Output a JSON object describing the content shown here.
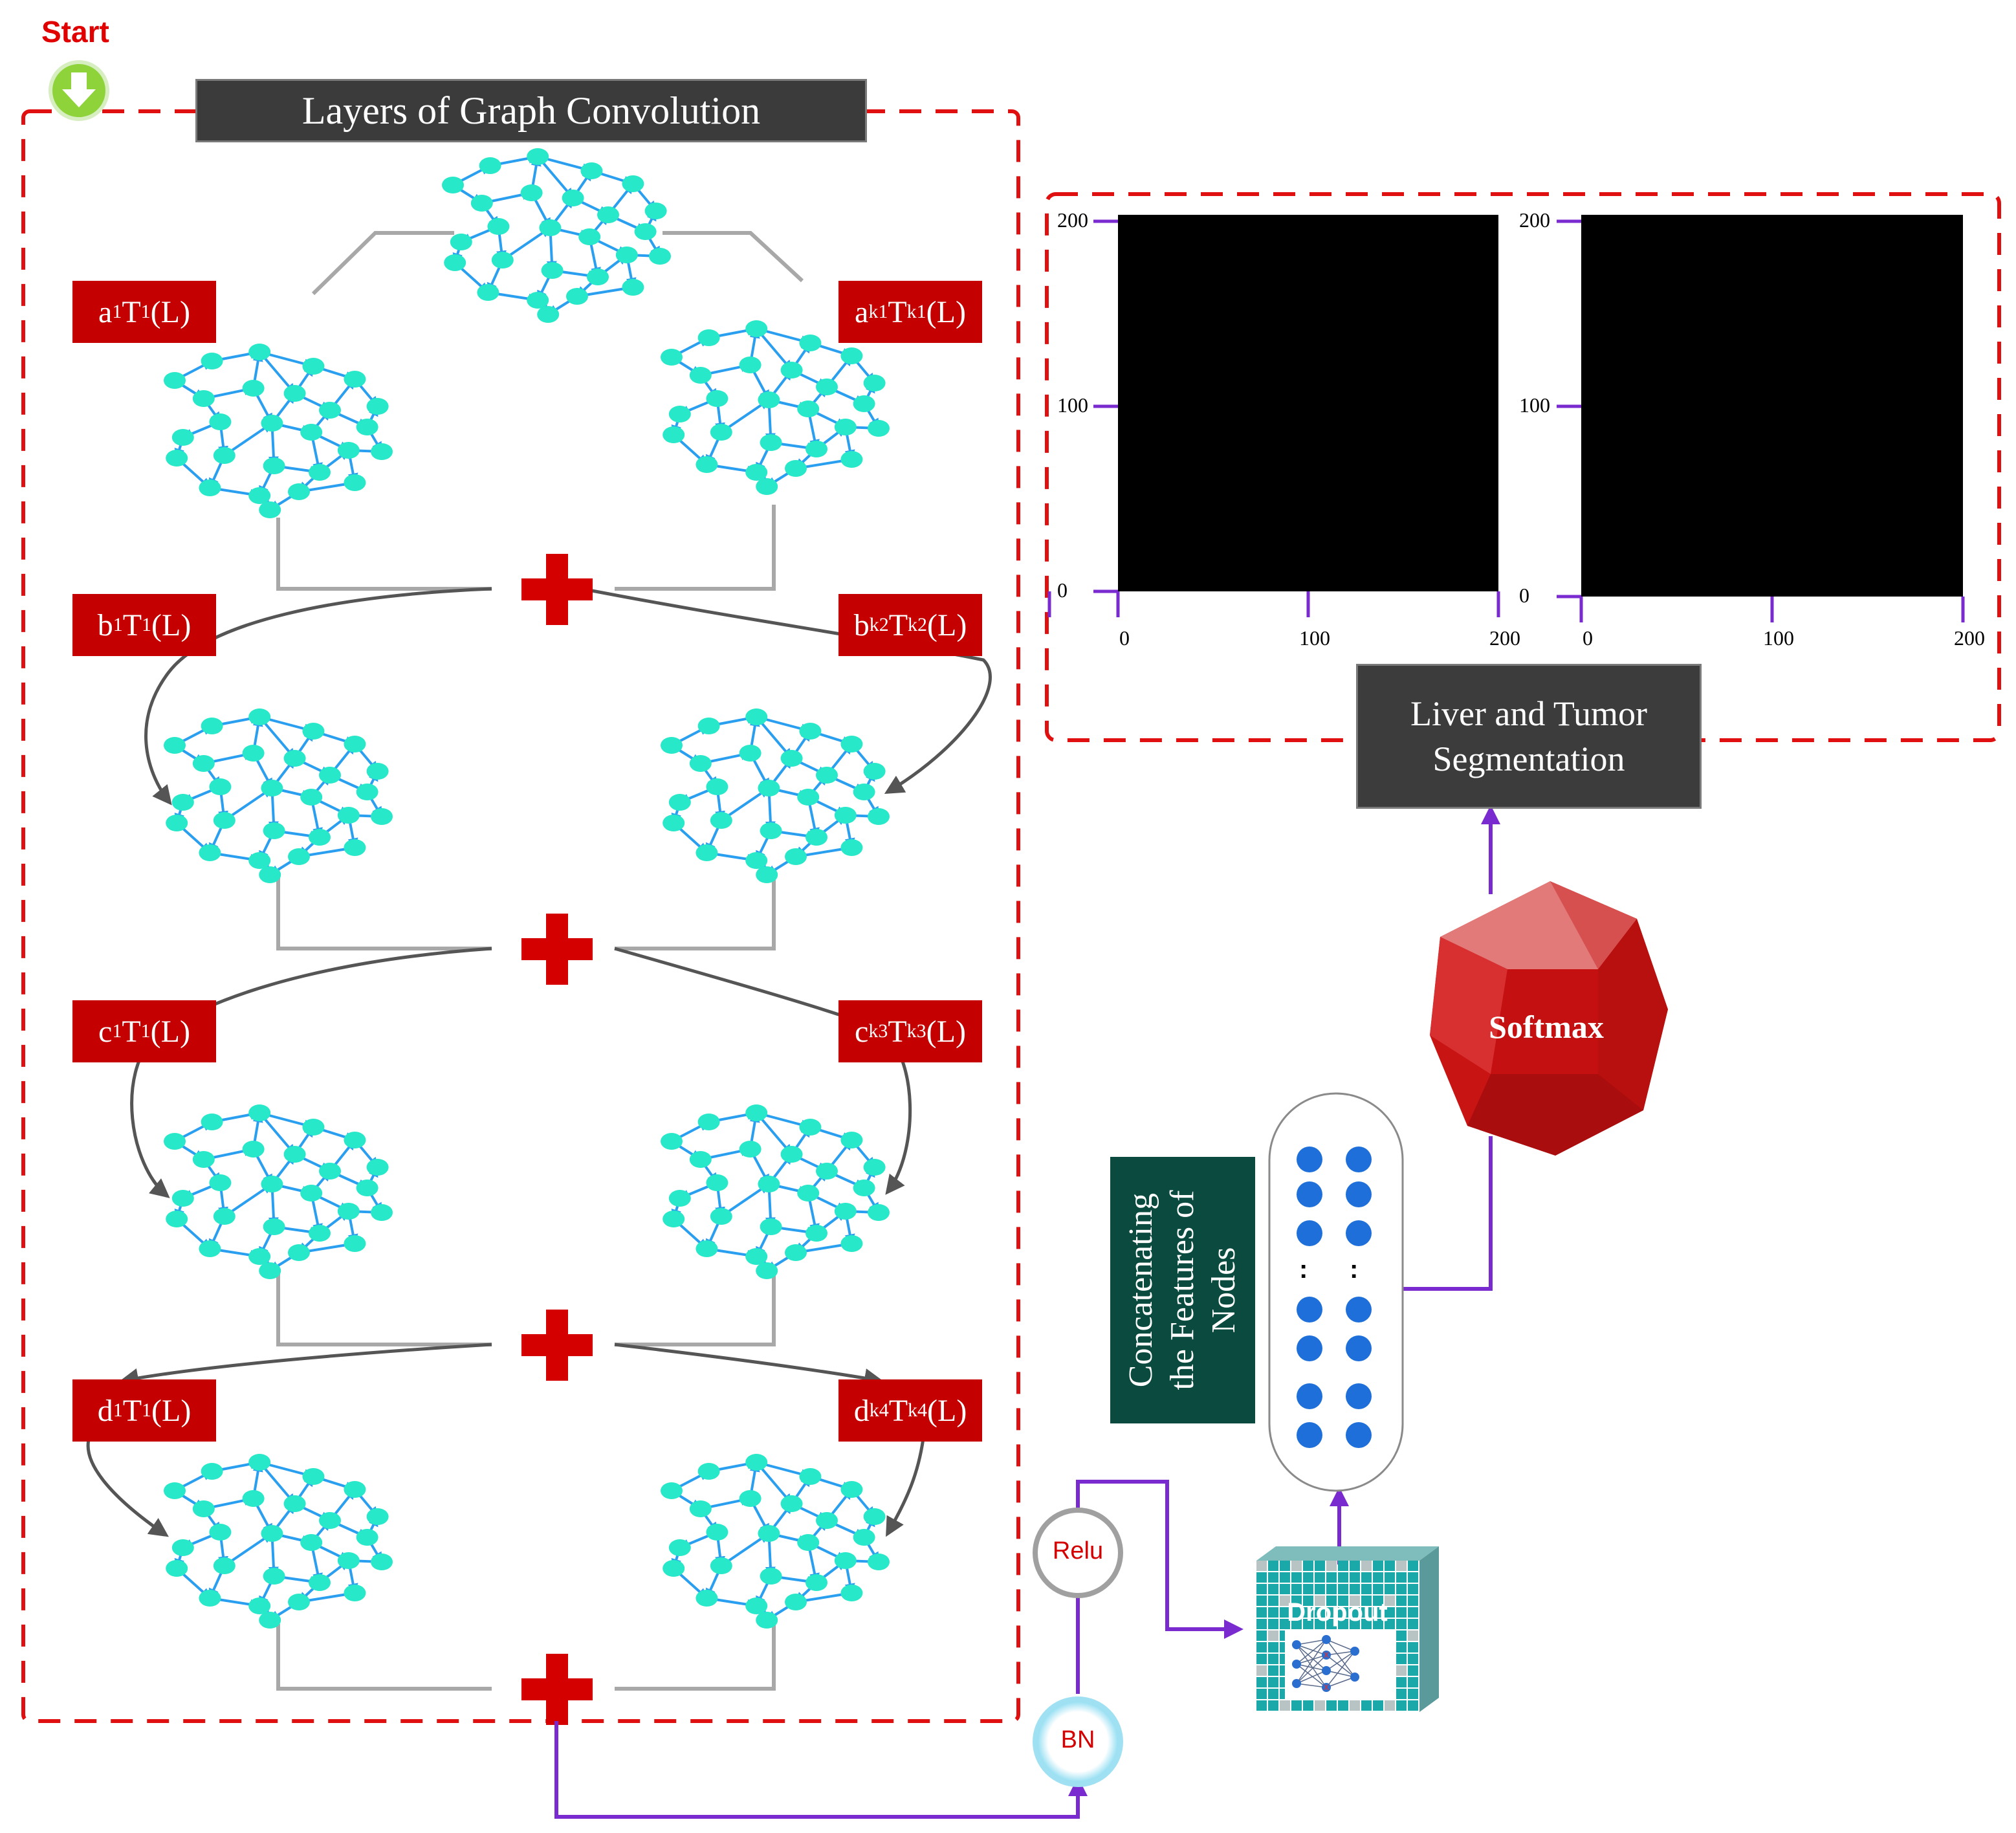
{
  "start_label": "Start",
  "gc_title": "Layers of Graph Convolution",
  "coefficients": [
    {
      "base": "a",
      "sub": "1",
      "t": "1",
      "side": "left"
    },
    {
      "base": "a",
      "sub": "k1",
      "t": "k1",
      "side": "right"
    },
    {
      "base": "b",
      "sub": "1",
      "t": "1",
      "side": "left"
    },
    {
      "base": "b",
      "sub": "k2",
      "t": "k2",
      "side": "right"
    },
    {
      "base": "c",
      "sub": "1",
      "t": "1",
      "side": "left"
    },
    {
      "base": "c",
      "sub": "k3",
      "t": "k3",
      "side": "right"
    },
    {
      "base": "d",
      "sub": "1",
      "t": "1",
      "side": "left"
    },
    {
      "base": "d",
      "sub": "k4",
      "t": "k4",
      "side": "right"
    }
  ],
  "operator_suffix": "(L)",
  "relu_label": "Relu",
  "bn_label": "BN",
  "dropout_label": "Dropout",
  "concat_label_line1": "Concatenating",
  "concat_label_line2": "the Features of",
  "concat_label_line3": "Nodes",
  "feature_dots": ":",
  "softmax_label": "Softmax",
  "segmentation_label_line1": "Liver and Tumor",
  "segmentation_label_line2": "Segmentation",
  "seg_plots": [
    {
      "y_ticks": [
        "200",
        "100",
        "0"
      ],
      "x_ticks": [
        "0",
        "100",
        "200"
      ]
    },
    {
      "y_ticks": [
        "200",
        "100",
        "0"
      ],
      "x_ticks": [
        "0",
        "100",
        "200"
      ]
    }
  ],
  "colors": {
    "dash_red": "#e01010",
    "coef_red": "#c40000",
    "node_cyan": "#27e8c8",
    "edge_blue": "#2a9ff0",
    "arrow_purple": "#7a2bd0",
    "connector_gray": "#a8a8a8",
    "curve_gray": "#555555",
    "plus_red": "#d40000",
    "start_green": "#8ed33a"
  }
}
